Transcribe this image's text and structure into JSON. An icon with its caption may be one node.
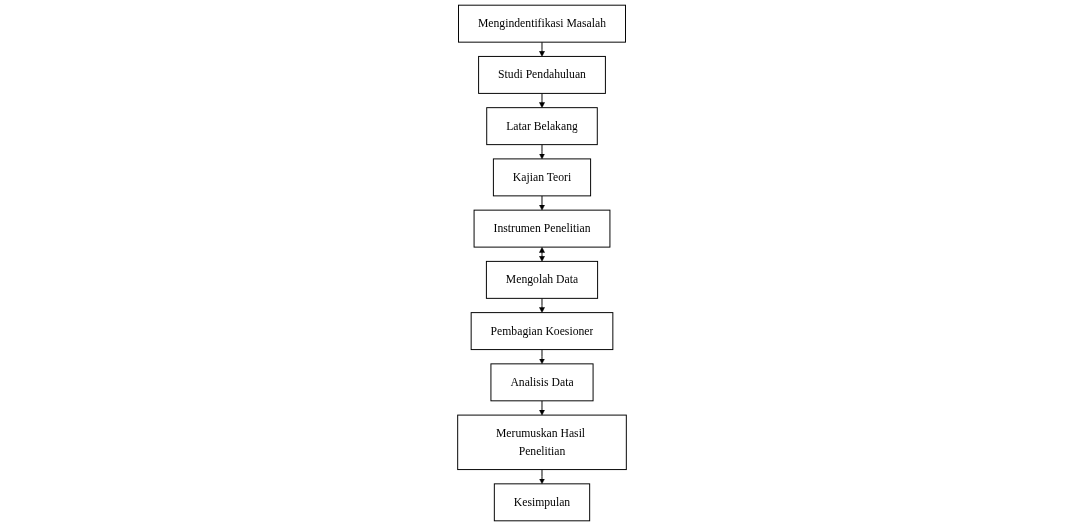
{
  "diagram": {
    "nodes": [
      {
        "text": [
          "Mengindentifikasi Masalah"
        ]
      },
      {
        "text": [
          "Studi Pendahuluan"
        ]
      },
      {
        "text": [
          "Latar Belakang"
        ]
      },
      {
        "text": [
          "Kajian Teori"
        ]
      },
      {
        "text": [
          "Instrumen Penelitian"
        ]
      },
      {
        "text": [
          "Mengolah Data"
        ]
      },
      {
        "text": [
          "Pembagian Koesioner"
        ]
      },
      {
        "text": [
          "Analisis Data"
        ]
      },
      {
        "text": [
          "Merumuskan Hasil Penelitian"
        ]
      },
      {
        "text": [
          "Kesimpulan"
        ]
      }
    ],
    "edges": [
      {
        "from": 0,
        "to": 1,
        "arrow": "to"
      },
      {
        "from": 1,
        "to": 2,
        "arrow": "to"
      },
      {
        "from": 2,
        "to": 3,
        "arrow": "to"
      },
      {
        "from": 3,
        "to": 4,
        "arrow": "to"
      },
      {
        "from": 4,
        "to": 5,
        "arrow": "both"
      },
      {
        "from": 5,
        "to": 6,
        "arrow": "to"
      },
      {
        "from": 6,
        "to": 7,
        "arrow": "to"
      },
      {
        "from": 7,
        "to": 8,
        "arrow": "to"
      },
      {
        "from": 8,
        "to": 9,
        "arrow": "to"
      }
    ]
  }
}
